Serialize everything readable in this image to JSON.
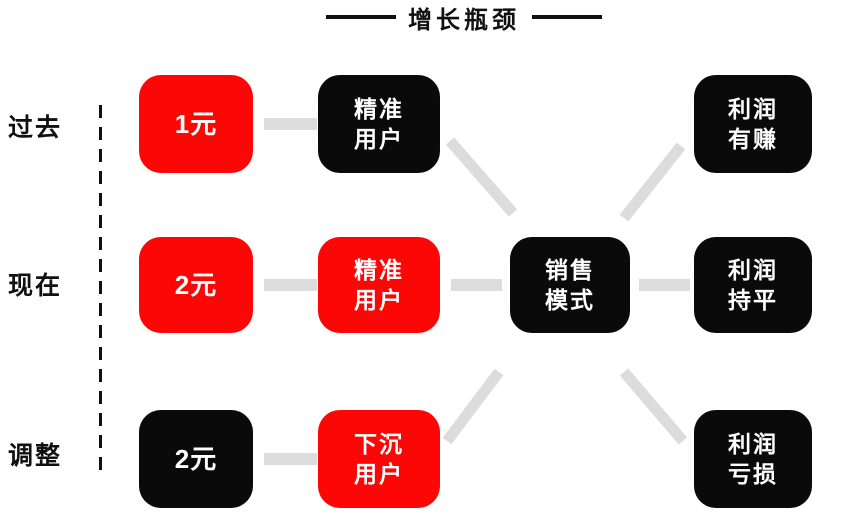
{
  "title": {
    "text": "增长瓶颈"
  },
  "row_labels": [
    {
      "text": "过去"
    },
    {
      "text": "现在"
    },
    {
      "text": "调整"
    }
  ],
  "nodes": [
    {
      "id": "past-price",
      "text": "1元",
      "variant": "red"
    },
    {
      "id": "past-user",
      "line1": "精准",
      "line2": "用户",
      "variant": "black"
    },
    {
      "id": "past-profit",
      "line1": "利润",
      "line2": "有赚",
      "variant": "black"
    },
    {
      "id": "now-price",
      "text": "2元",
      "variant": "red"
    },
    {
      "id": "now-user",
      "line1": "精准",
      "line2": "用户",
      "variant": "red"
    },
    {
      "id": "center-model",
      "line1": "销售",
      "line2": "模式",
      "variant": "black"
    },
    {
      "id": "now-profit",
      "line1": "利润",
      "line2": "持平",
      "variant": "black"
    },
    {
      "id": "adjust-price",
      "text": "2元",
      "variant": "black"
    },
    {
      "id": "adjust-user",
      "line1": "下沉",
      "line2": "用户",
      "variant": "red"
    },
    {
      "id": "adjust-profit",
      "line1": "利润",
      "line2": "亏损",
      "variant": "black"
    }
  ],
  "colors": {
    "ink": "#111111",
    "node_red": "#fc0606",
    "node_black": "#0a0a0a",
    "connector_gray": "#dcdcdc",
    "text_white": "#ffffff"
  }
}
